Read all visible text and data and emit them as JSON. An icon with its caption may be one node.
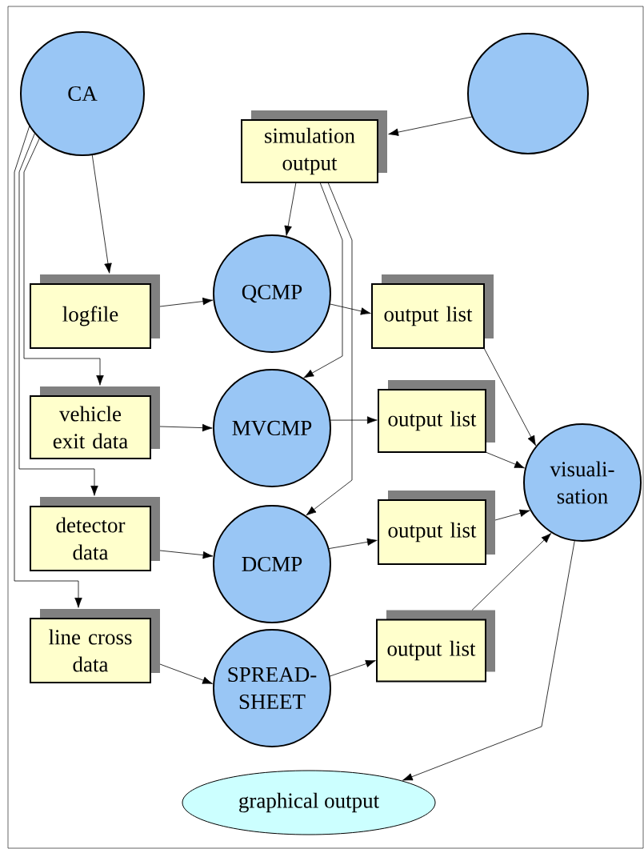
{
  "diagram": {
    "nodes": [
      {
        "text": [
          "CA"
        ]
      },
      {
        "text": [],
        "shape": "circle"
      },
      {
        "text": [
          "simulation output"
        ]
      },
      {
        "text": [
          "logfile"
        ]
      },
      {
        "text": [
          "QCMP"
        ]
      },
      {
        "text": [
          "output list"
        ]
      },
      {
        "text": [
          "vehicle exit data"
        ]
      },
      {
        "text": [
          "MVCMP"
        ]
      },
      {
        "text": [
          "output list"
        ]
      },
      {
        "text": [
          "visuali- sation"
        ]
      },
      {
        "text": [
          "detector data"
        ]
      },
      {
        "text": [
          "DCMP"
        ]
      },
      {
        "text": [
          "output list"
        ]
      },
      {
        "text": [
          "line cross data"
        ]
      },
      {
        "text": [
          "SPREAD- SHEET"
        ]
      },
      {
        "text": [
          "output list"
        ]
      },
      {
        "text": [
          "graphical output"
        ]
      }
    ],
    "edges": [
      {
        "from": 0,
        "to": 3,
        "arrow": "to"
      },
      {
        "from": 0,
        "to": 6,
        "arrow": "to"
      },
      {
        "from": 0,
        "to": 10,
        "arrow": "to"
      },
      {
        "from": 0,
        "to": 13,
        "arrow": "to"
      },
      {
        "from": 1,
        "to": 2,
        "arrow": "to"
      },
      {
        "from": 2,
        "to": 4,
        "arrow": "to"
      },
      {
        "from": 2,
        "to": 7,
        "arrow": "to"
      },
      {
        "from": 2,
        "to": 11,
        "arrow": "to"
      },
      {
        "from": 3,
        "to": 4,
        "arrow": "to"
      },
      {
        "from": 6,
        "to": 7,
        "arrow": "to"
      },
      {
        "from": 10,
        "to": 11,
        "arrow": "to"
      },
      {
        "from": 13,
        "to": 14,
        "arrow": "to"
      },
      {
        "from": 4,
        "to": 5,
        "arrow": "to"
      },
      {
        "from": 7,
        "to": 8,
        "arrow": "to"
      },
      {
        "from": 11,
        "to": 12,
        "arrow": "to"
      },
      {
        "from": 14,
        "to": 15,
        "arrow": "to"
      },
      {
        "from": 5,
        "to": 9,
        "arrow": "to"
      },
      {
        "from": 8,
        "to": 9,
        "arrow": "to"
      },
      {
        "from": 12,
        "to": 9,
        "arrow": "to"
      },
      {
        "from": 15,
        "to": 9,
        "arrow": "to"
      },
      {
        "from": 9,
        "to": 16,
        "arrow": "to"
      }
    ]
  }
}
